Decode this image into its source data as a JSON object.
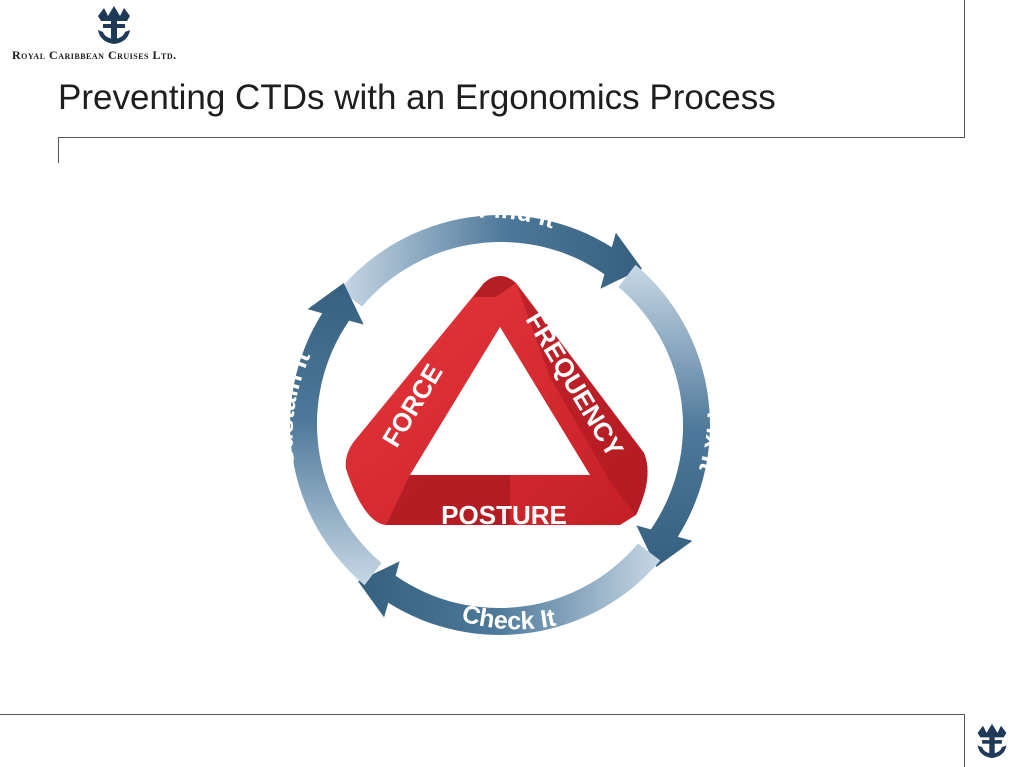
{
  "brand": {
    "name": "Royal Caribbean Cruises Ltd."
  },
  "slide": {
    "title": "Preventing CTDs with an Ergonomics Process"
  },
  "cycle": {
    "steps": [
      "Find It",
      "Fix It",
      "Check It",
      "Sustain It"
    ],
    "arrow_color": "#3e6a8c",
    "arrow_light_color": "#c8d8e6"
  },
  "triangle": {
    "factors": [
      "FORCE",
      "FREQUENCY",
      "POSTURE"
    ],
    "color": "#d42a30",
    "dark_color": "#a81820"
  }
}
